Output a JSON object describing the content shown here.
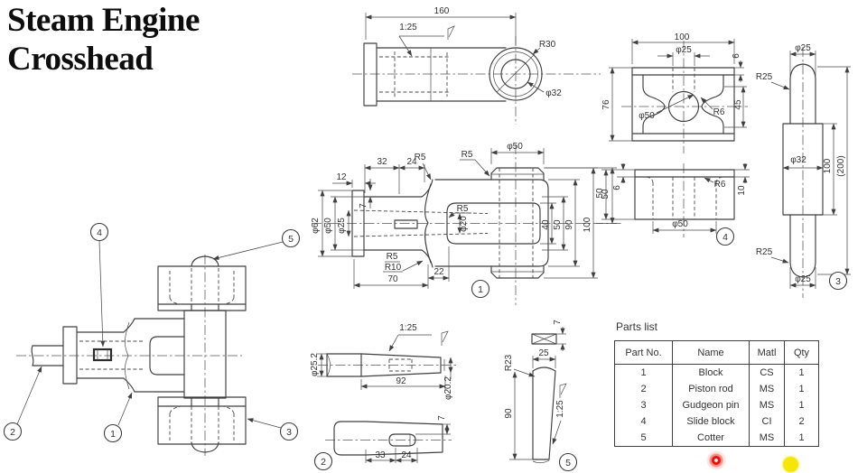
{
  "title": {
    "line1": "Steam Engine",
    "line2": "Crosshead"
  },
  "colors": {
    "line": "#3f3f3f",
    "background": "#ffffff",
    "red_dot": "#e0140c",
    "yellow_dot": "#f6e607"
  },
  "views": {
    "assembly": {
      "balloons": {
        "b1": "1",
        "b2": "2",
        "b3": "3",
        "b4": "4",
        "b5": "5"
      }
    },
    "side_view": {
      "length": "160",
      "taper": "1:25",
      "radius": "R30",
      "bore": "φ32"
    },
    "slide_block": {
      "width": "100",
      "hole_dia": "φ25",
      "flange": "6",
      "height": "76",
      "bore": "φ50",
      "fillet": "R6",
      "h45": "45",
      "sec_height": "50",
      "sec_flange": "6",
      "sec_fillet": "R6",
      "sec_depth": "10",
      "sec_bore": "φ50",
      "balloon": "4"
    },
    "gudgeon_pin": {
      "top_dia": "φ25",
      "r_top": "R25",
      "mid_dia": "φ32",
      "mid_len": "100",
      "total_len": "(200)",
      "r_bottom": "R25",
      "bottom_dia": "φ25",
      "balloon": "3"
    },
    "block": {
      "d12": "12",
      "d32": "32",
      "d24": "24",
      "r5_top": "R5",
      "r5_boss": "R5",
      "boss_dia": "φ50",
      "step": "7",
      "flange_dia": "φ62",
      "body_dia": "φ50",
      "hole_dia": "φ25",
      "slot_r": "R5",
      "slot_dia": "φ20",
      "h40": "40",
      "h50": "50",
      "h90": "90",
      "h100": "100",
      "half50": "50",
      "r5_bottom": "R5",
      "r10": "R10",
      "w70": "70",
      "w22": "22",
      "balloon": "1"
    },
    "piston_rod": {
      "taper": "1:25",
      "big_dia": "φ25.2",
      "length": "92",
      "small_dia": "φ20.2",
      "slot_depth": "7",
      "w33": "33",
      "w24": "24",
      "balloon": "2"
    },
    "cotter": {
      "thickness": "7",
      "width": "25",
      "radius": "R23",
      "height": "90",
      "taper": "1:25",
      "balloon": "5"
    }
  },
  "parts_list": {
    "title": "Parts list",
    "headers": {
      "part_no": "Part No.",
      "name": "Name",
      "matl": "Matl",
      "qty": "Qty"
    },
    "rows": [
      {
        "part_no": "1",
        "name": "Block",
        "matl": "CS",
        "qty": "1"
      },
      {
        "part_no": "2",
        "name": "Piston rod",
        "matl": "MS",
        "qty": "1"
      },
      {
        "part_no": "3",
        "name": "Gudgeon pin",
        "matl": "MS",
        "qty": "1"
      },
      {
        "part_no": "4",
        "name": "Slide block",
        "matl": "CI",
        "qty": "2"
      },
      {
        "part_no": "5",
        "name": "Cotter",
        "matl": "MS",
        "qty": "1"
      }
    ]
  }
}
